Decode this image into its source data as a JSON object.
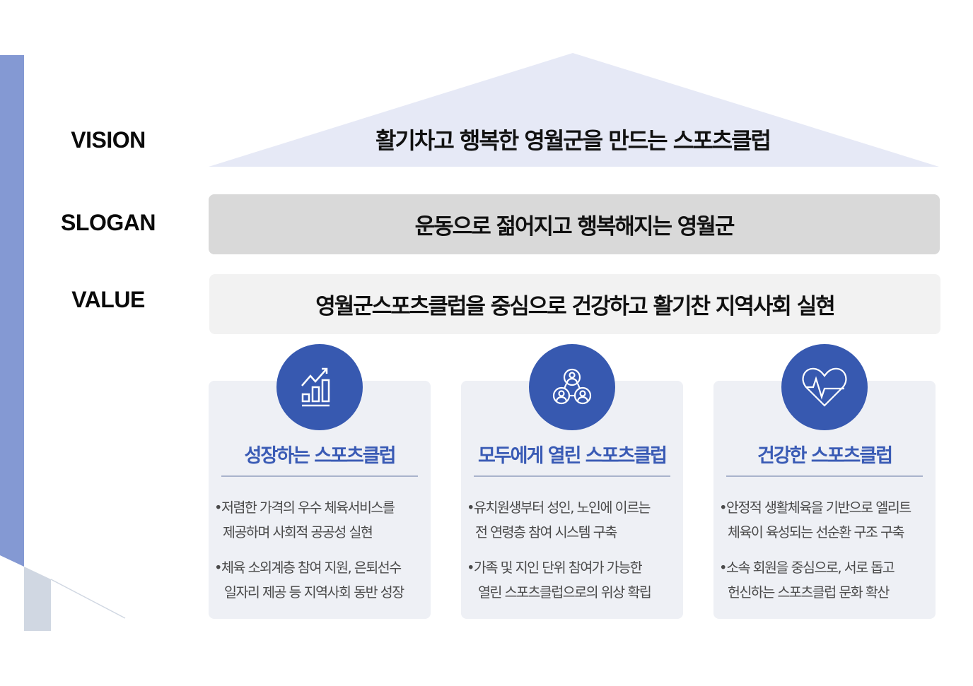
{
  "labels": {
    "vision": "VISION",
    "slogan": "SLOGAN",
    "value": "VALUE"
  },
  "vision_text": "활기차고 행복한 영월군을 만드는 스포츠클럽",
  "slogan_text": "운동으로 젊어지고 행복해지는 영월군",
  "value_text": "영월군스포츠클럽을 중심으로 건강하고 활기찬 지역사회 실현",
  "colors": {
    "accent": "#3759b0",
    "title": "#3a5bb5",
    "side_bar": "#8499d3",
    "side_gray": "#d0d7e2"
  },
  "cards": [
    {
      "icon": "growth-chart-icon",
      "title": "성장하는 스포츠클럽",
      "bullets": [
        {
          "line1": "•저렴한 가격의 우수 체육서비스를",
          "line2": "제공하며 사회적 공공성 실현"
        },
        {
          "line1": "•체육 소외계층 참여 지원, 은퇴선수",
          "line2": "일자리 제공 등 지역사회 동반 성장"
        }
      ]
    },
    {
      "icon": "people-network-icon",
      "title": "모두에게 열린 스포츠클럽",
      "bullets": [
        {
          "line1": "•유치원생부터 성인, 노인에 이르는",
          "line2": "전 연령층 참여 시스템 구축"
        },
        {
          "line1": "•가족 및 지인 단위 참여가 가능한",
          "line2": "열린 스포츠클럽으로의 위상 확립"
        }
      ]
    },
    {
      "icon": "heart-pulse-icon",
      "title": "건강한 스포츠클럽",
      "bullets": [
        {
          "line1": "•안정적 생활체육을 기반으로 엘리트",
          "line2": "체육이 육성되는 선순환 구조 구축"
        },
        {
          "line1": "•소속 회원을 중심으로, 서로 돕고",
          "line2": "헌신하는 스포츠클럽 문화 확산"
        }
      ]
    }
  ]
}
